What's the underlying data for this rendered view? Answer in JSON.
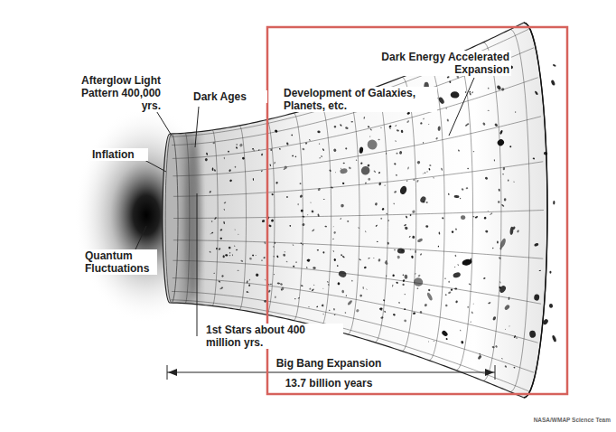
{
  "diagram": {
    "labels": [
      "Afterglow Light Pattern 400,000 yrs.",
      "Dark Ages",
      "Development of Galaxies, Planets, etc.",
      "Dark Energy Accelerated Expansion",
      "Inflation",
      "Quantum Fluctuations",
      "1st Stars about 400 million yrs.",
      "Big Bang Expansion",
      "13.7 billion years",
      "NASA/WMAP Science Team"
    ]
  }
}
